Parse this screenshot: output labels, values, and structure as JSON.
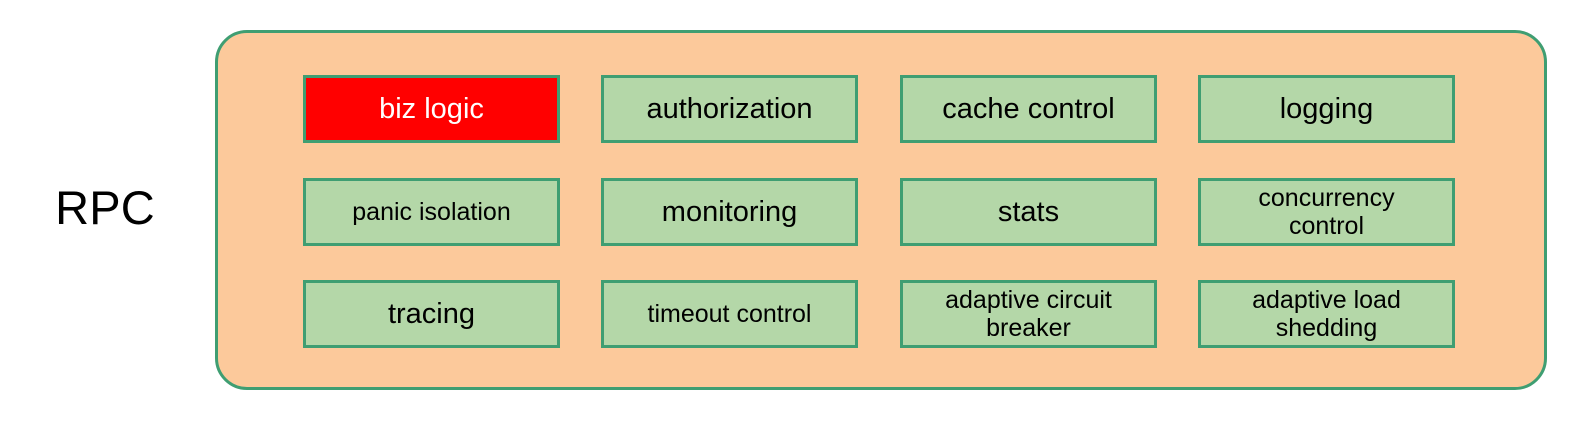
{
  "diagram": {
    "title": "RPC",
    "container": {
      "fill_color": "#fcc99b",
      "border_color": "#3f9e72"
    },
    "box_style": {
      "fill_color": "#b4d7a8",
      "border_color": "#3f9e72",
      "text_color": "#000000",
      "accent_fill_color": "#ff0000",
      "accent_text_color": "#ffffff"
    },
    "rows": [
      {
        "cells": [
          {
            "label": "biz logic",
            "highlighted": true,
            "lines": 1,
            "small": false
          },
          {
            "label": "authorization",
            "highlighted": false,
            "lines": 1,
            "small": false
          },
          {
            "label": "cache control",
            "highlighted": false,
            "lines": 1,
            "small": false
          },
          {
            "label": "logging",
            "highlighted": false,
            "lines": 1,
            "small": false
          }
        ]
      },
      {
        "cells": [
          {
            "label": "panic isolation",
            "highlighted": false,
            "lines": 1,
            "small": true
          },
          {
            "label": "monitoring",
            "highlighted": false,
            "lines": 1,
            "small": false
          },
          {
            "label": "stats",
            "highlighted": false,
            "lines": 1,
            "small": false
          },
          {
            "label": "concurrency\ncontrol",
            "highlighted": false,
            "lines": 2,
            "small": true
          }
        ]
      },
      {
        "cells": [
          {
            "label": "tracing",
            "highlighted": false,
            "lines": 1,
            "small": false
          },
          {
            "label": "timeout control",
            "highlighted": false,
            "lines": 1,
            "small": true
          },
          {
            "label": "adaptive circuit\nbreaker",
            "highlighted": false,
            "lines": 2,
            "small": true
          },
          {
            "label": "adaptive load\nshedding",
            "highlighted": false,
            "lines": 2,
            "small": true
          }
        ]
      }
    ]
  }
}
